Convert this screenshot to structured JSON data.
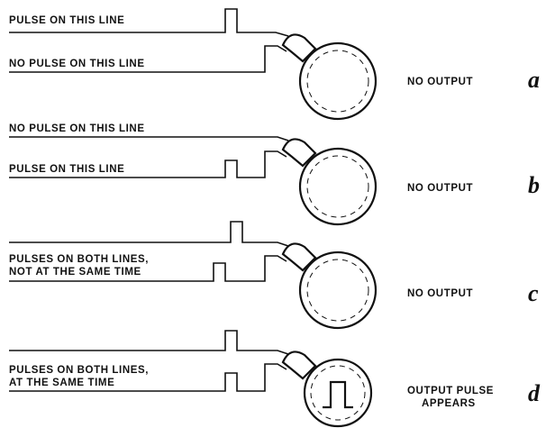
{
  "panels": [
    {
      "id": "a",
      "line1_label": [
        "PULSE ON THIS LINE"
      ],
      "line2_label": [
        "NO PULSE ON THIS LINE"
      ],
      "output_label": [
        "NO OUTPUT"
      ],
      "letter": "a"
    },
    {
      "id": "b",
      "line1_label": [
        "NO PULSE ON THIS LINE"
      ],
      "line2_label": [
        "PULSE ON THIS LINE"
      ],
      "output_label": [
        "NO OUTPUT"
      ],
      "letter": "b"
    },
    {
      "id": "c",
      "line1_label": [],
      "line2_label": [
        "PULSES ON BOTH LINES,",
        "NOT AT THE SAME TIME"
      ],
      "output_label": [
        "NO OUTPUT"
      ],
      "letter": "c"
    },
    {
      "id": "d",
      "line1_label": [],
      "line2_label": [
        "PULSES ON BOTH LINES,",
        "AT THE SAME TIME"
      ],
      "output_label": [
        "OUTPUT PULSE",
        "APPEARS"
      ],
      "letter": "d"
    }
  ]
}
